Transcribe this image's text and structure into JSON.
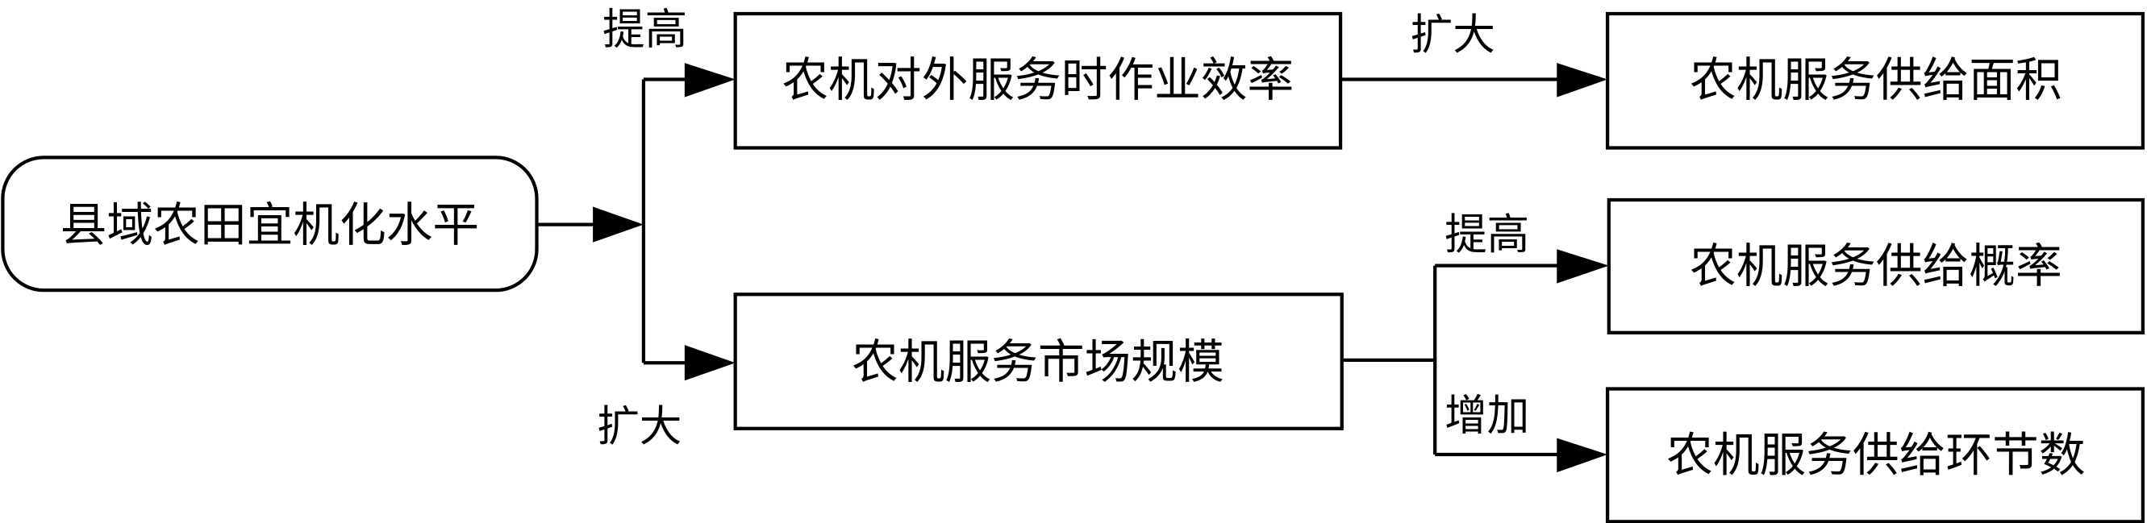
{
  "nodes": {
    "source": "县域农田宜机化水平",
    "efficiency": "农机对外服务时作业效率",
    "market": "农机服务市场规模",
    "area": "农机服务供给面积",
    "probability": "农机服务供给概率",
    "links": "农机服务供给环节数"
  },
  "edges": {
    "to_efficiency": "提高",
    "to_market": "扩大",
    "efficiency_to_area": "扩大",
    "market_to_probability": "提高",
    "market_to_links": "增加"
  },
  "colors": {
    "line": "#000000",
    "background": "#ffffff"
  }
}
